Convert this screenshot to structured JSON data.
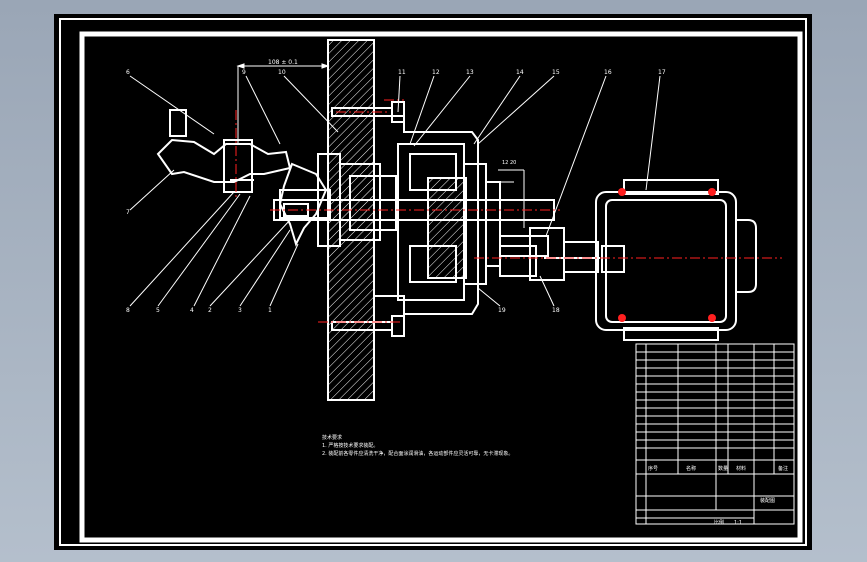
{
  "drawing": {
    "dimension_top": "108 ± 0.1",
    "dimension_right": "12  20",
    "part_labels_top": [
      "6",
      "9",
      "10",
      "11",
      "12",
      "13",
      "14",
      "15",
      "16",
      "17"
    ],
    "part_labels_left": [
      "7",
      "8",
      "5",
      "4",
      "2",
      "3",
      "1"
    ],
    "part_labels_bottom": [
      "19",
      "18"
    ]
  },
  "notes": {
    "heading": "技术要求",
    "lines": [
      "1. 严格按技术要求装配。",
      "2. 装配前各零件应清洗干净，配合面涂润滑油，各运动部件应灵活可靠，无卡滞现象。"
    ]
  },
  "title_block": {
    "header_cells": [
      "序号",
      "名称",
      "数量",
      "材料",
      "备注"
    ],
    "name_cell": "装配图",
    "footer_cells": [
      "比例",
      "1:1"
    ]
  },
  "colors": {
    "lines": "#ffffff",
    "centerline": "#ff2020",
    "background": "#000000",
    "frame_outer": "#9aa6b6"
  }
}
